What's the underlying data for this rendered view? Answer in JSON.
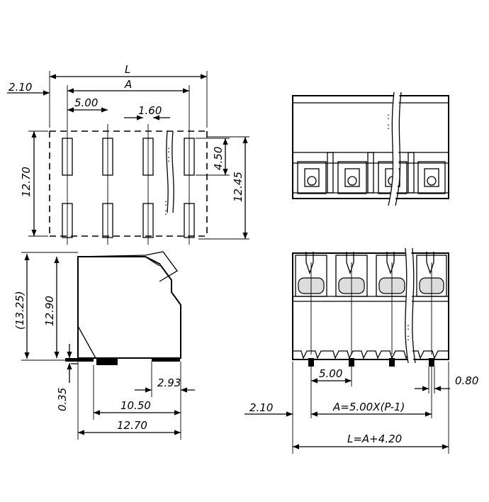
{
  "top_view": {
    "dim_L": "L",
    "dim_A": "A",
    "dim_offset": "2.10",
    "dim_pitch": "5.00",
    "dim_width": "1.60",
    "dim_height": "12.70",
    "dim_slot": "4.50",
    "dim_overall": "12.45"
  },
  "side_view": {
    "dim_total_height": "(13.25)",
    "dim_body_height": "12.90",
    "dim_pin_offset": "0.35",
    "dim_foot": "2.93",
    "dim_depth_inner": "10.50",
    "dim_depth_outer": "12.70"
  },
  "front_view": {
    "dim_pitch": "5.00",
    "dim_pin": "0.80",
    "dim_offset": "2.10",
    "formula_A": "A=5.00X(P-1)",
    "formula_L": "L=A+4.20"
  }
}
